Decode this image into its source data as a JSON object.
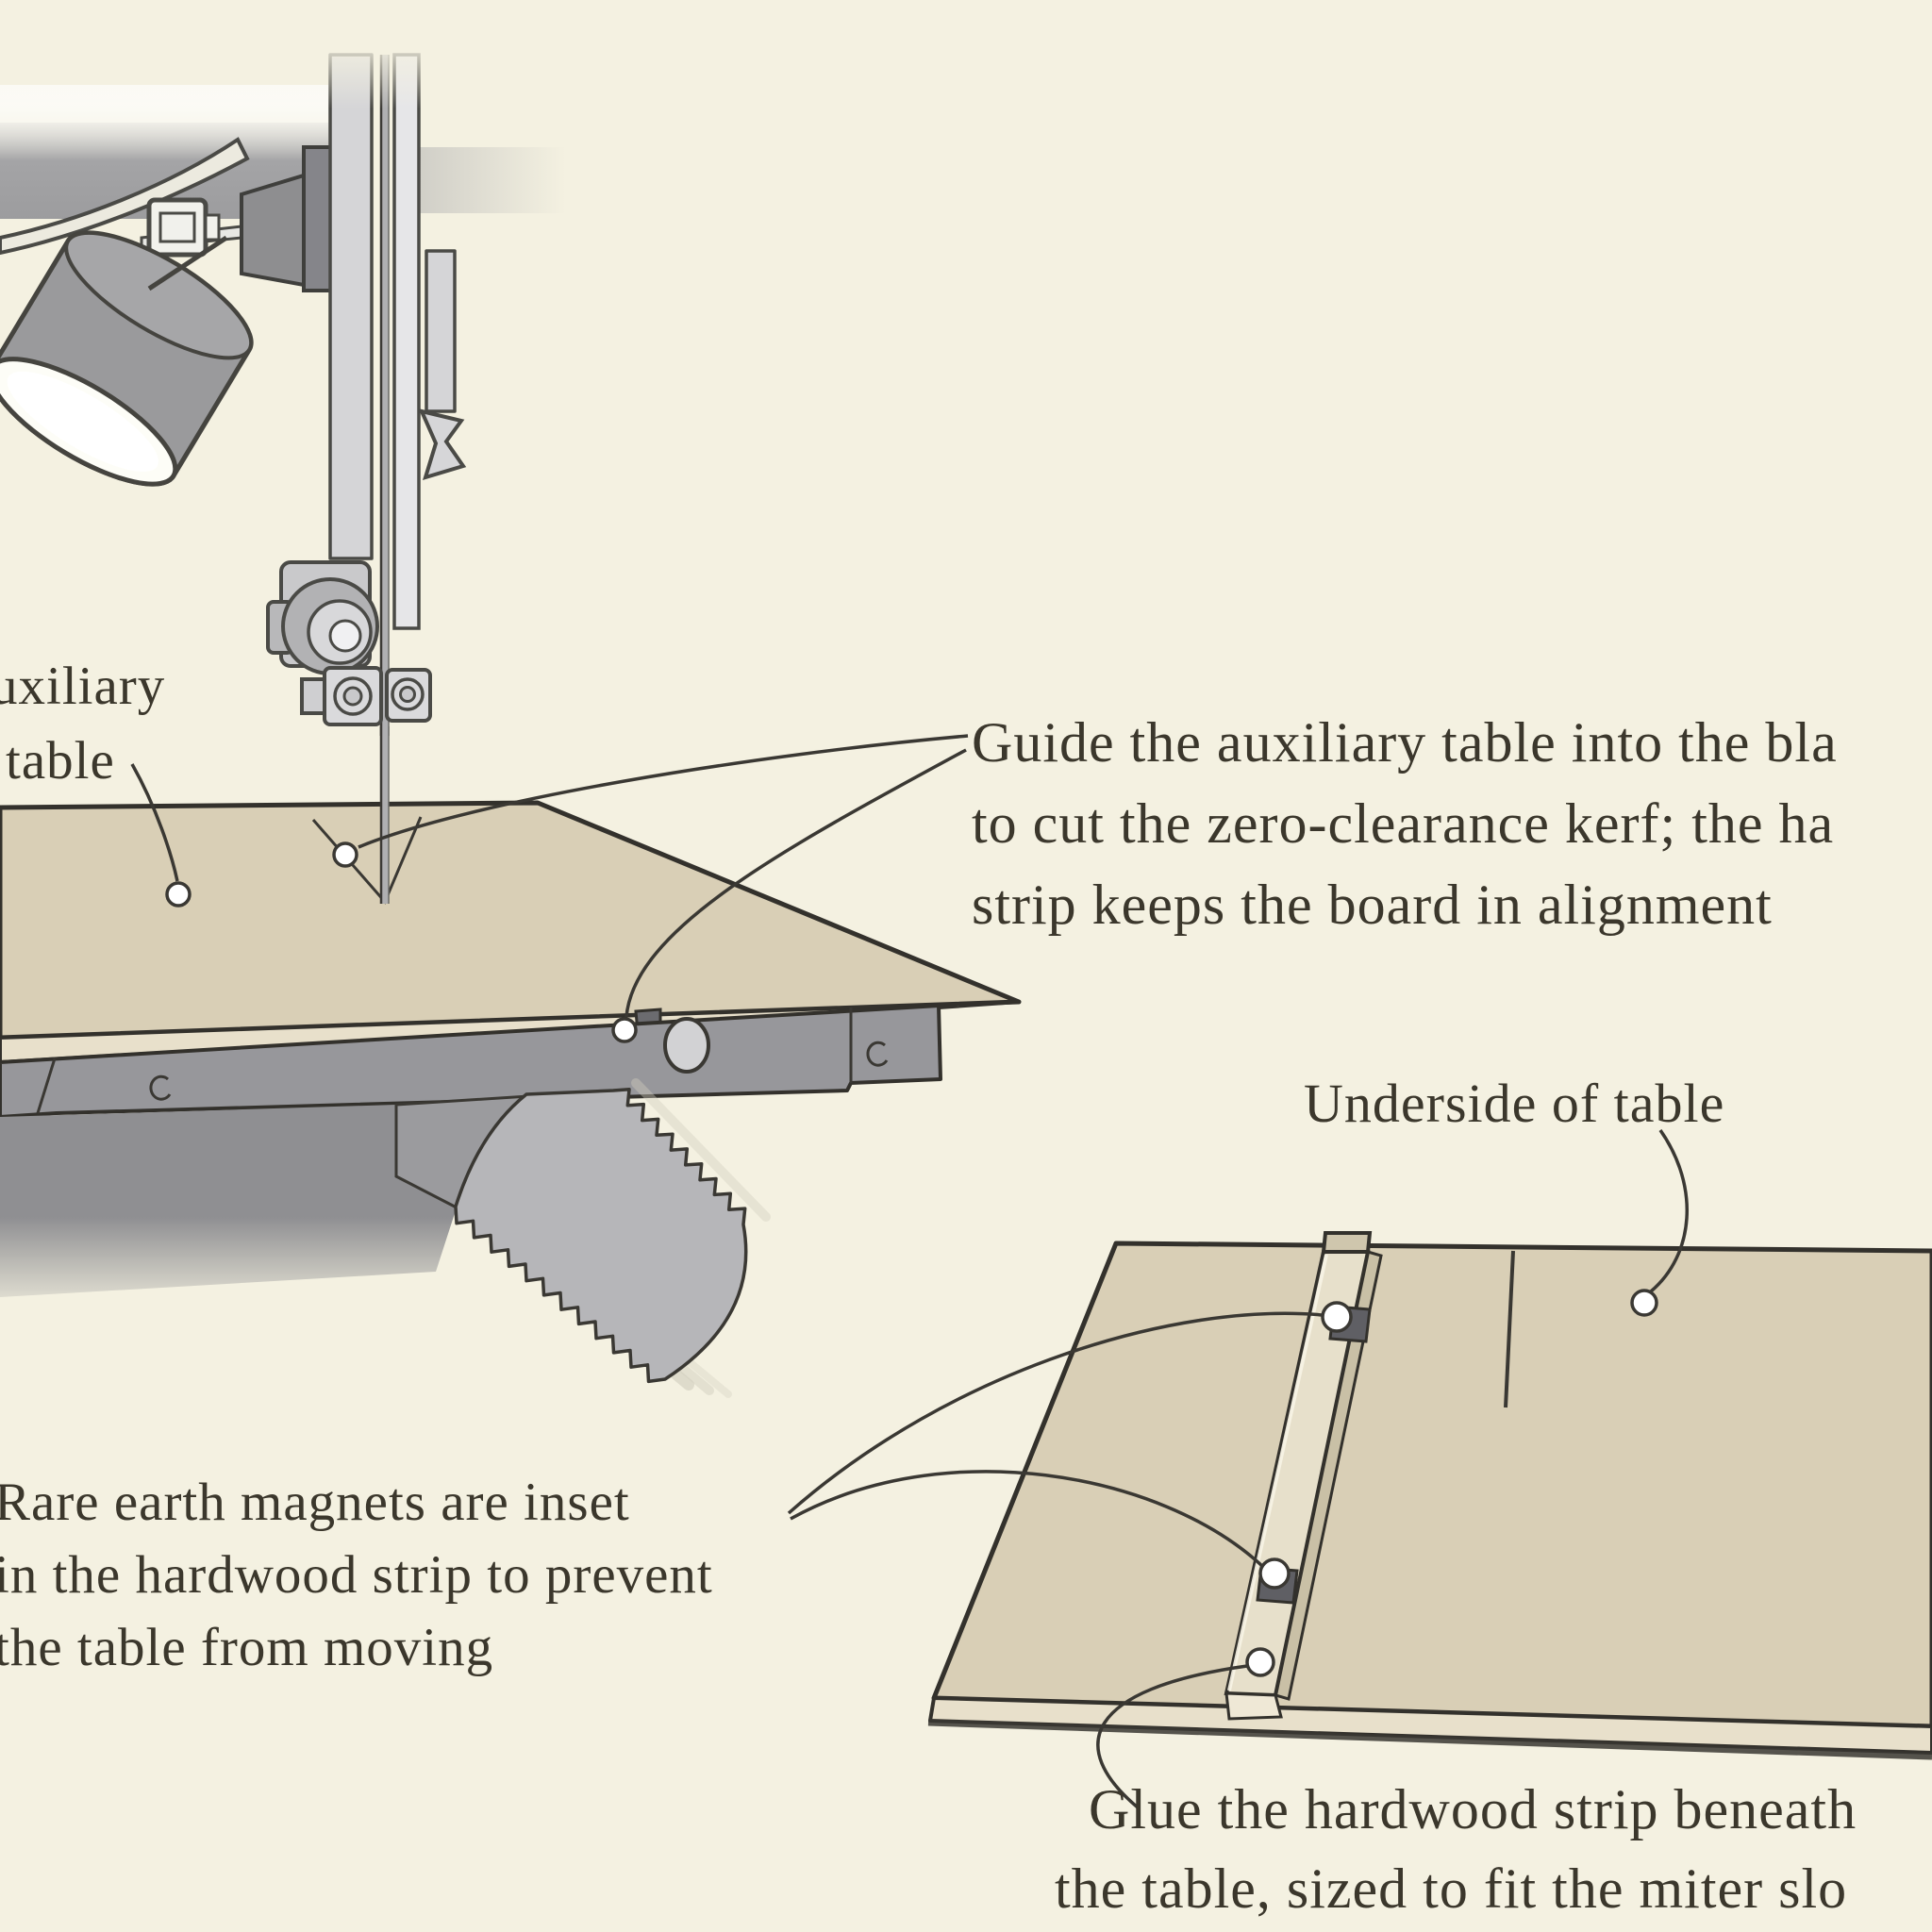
{
  "figure": {
    "kind": "woodworking instructional illustration",
    "subject": "bandsaw auxiliary table with zero-clearance kerf and magnetic hardwood strip"
  },
  "labels": {
    "aux_table_line1": "uxiliary",
    "aux_table_line2": "table",
    "guide_line1": "Guide the auxiliary table into the bla",
    "guide_line2": "to cut the zero-clearance kerf; the ha",
    "guide_line3": "strip keeps the board in alignment",
    "underside": "Underside of table",
    "magnets_line1": "Rare earth magnets are inset",
    "magnets_line2": "in the hardwood strip to prevent",
    "magnets_line3": "the table from moving",
    "glue_line1": "Glue the hardwood strip beneath",
    "glue_line2": "the table, sized to fit the miter slo"
  },
  "colors": {
    "background": "#f4f1e1",
    "wood_top": "#d9cfb6",
    "wood_edge": "#e8e0cb",
    "machine_gray": "#97979b",
    "light_gray": "#d5d5d7",
    "gear_gray": "#b6b6b9",
    "magnet_dark": "#5f5f64",
    "outline": "#33312c",
    "text": "#3b372c"
  }
}
